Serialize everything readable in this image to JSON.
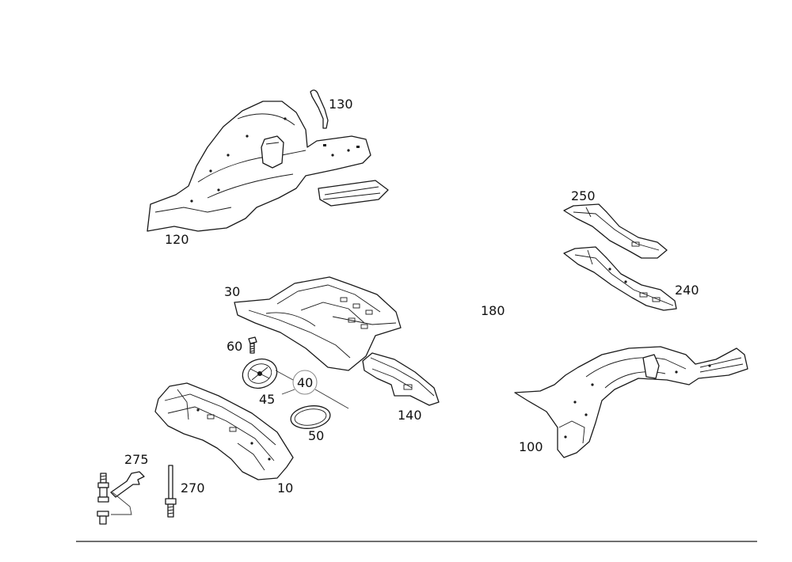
{
  "colors": {
    "line": "#1a1a1a",
    "background": "#ffffff"
  },
  "labels": {
    "p10": "10",
    "p30": "30",
    "p40": "40",
    "p45": "45",
    "p50": "50",
    "p60": "60",
    "p100": "100",
    "p120": "120",
    "p130": "130",
    "p140": "140",
    "p180": "180",
    "p240": "240",
    "p250": "250",
    "p270": "270",
    "p275": "275"
  }
}
